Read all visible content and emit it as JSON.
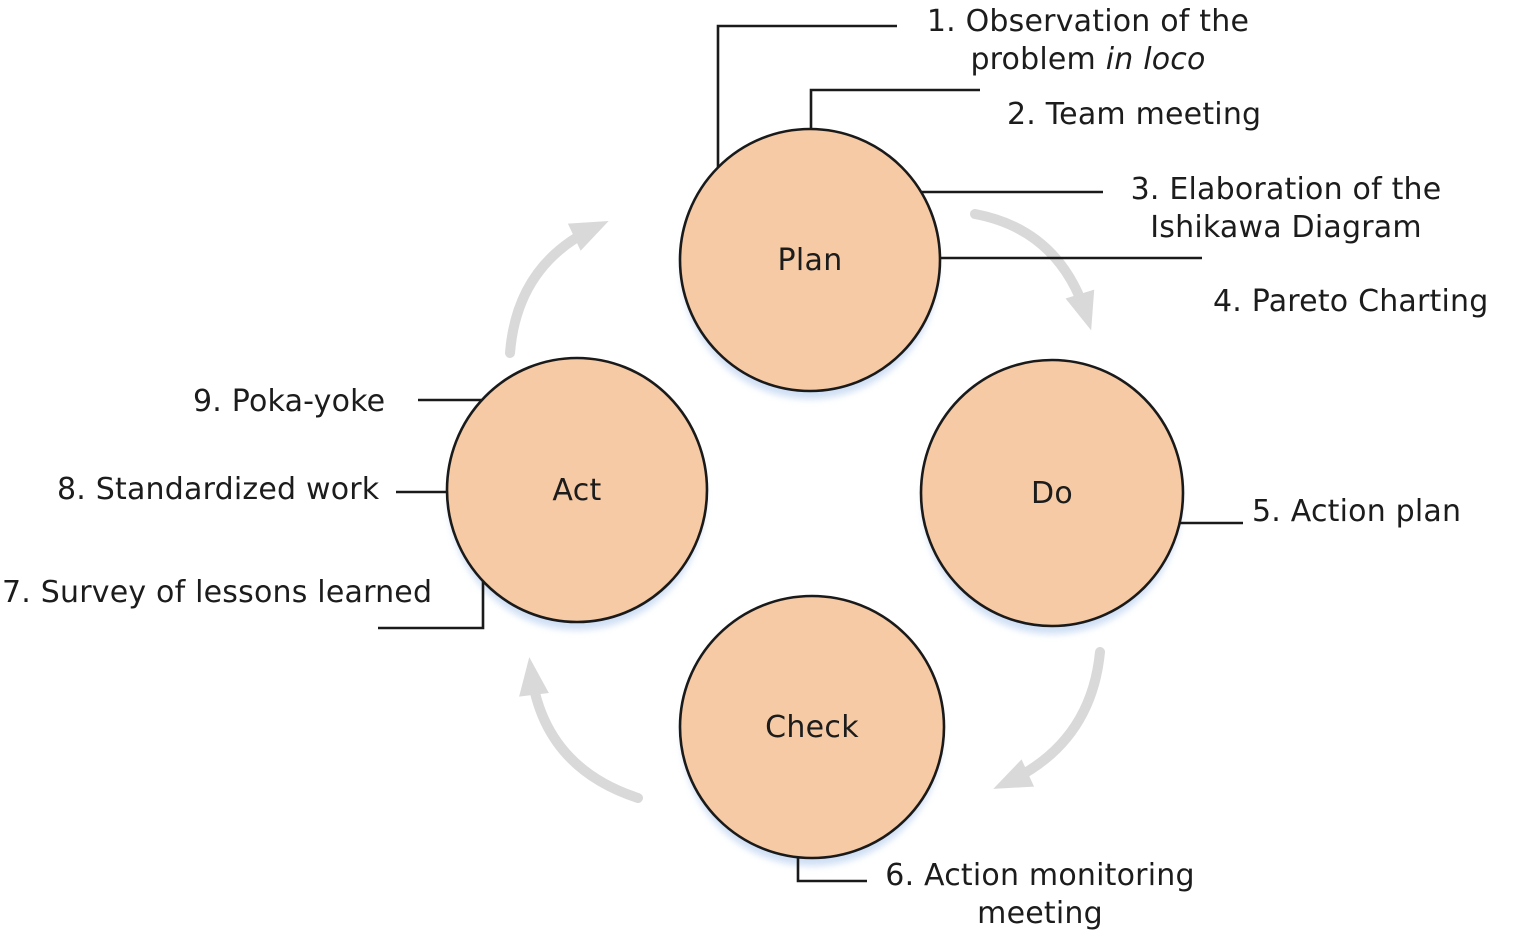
{
  "diagram": {
    "type": "PDCA cycle",
    "phases": [
      {
        "id": "plan",
        "label": "Plan"
      },
      {
        "id": "do",
        "label": "Do"
      },
      {
        "id": "check",
        "label": "Check"
      },
      {
        "id": "act",
        "label": "Act"
      }
    ],
    "annotations": [
      {
        "num": "1",
        "line1": "1. Observation of the",
        "line2": "problem",
        "line2_italic": "in loco",
        "attached_to": "plan"
      },
      {
        "num": "2",
        "text": "2. Team meeting",
        "attached_to": "plan"
      },
      {
        "num": "3",
        "line1": "3. Elaboration of the",
        "line2": "Ishikawa Diagram",
        "attached_to": "plan"
      },
      {
        "num": "4",
        "text": "4. Pareto Charting",
        "attached_to": "plan"
      },
      {
        "num": "5",
        "text": "5. Action plan",
        "attached_to": "do"
      },
      {
        "num": "6",
        "line1": "6. Action monitoring",
        "line2": "meeting",
        "attached_to": "check"
      },
      {
        "num": "7",
        "text": "7. Survey of lessons learned",
        "attached_to": "act"
      },
      {
        "num": "8",
        "text": "8. Standardized work",
        "attached_to": "act"
      },
      {
        "num": "9",
        "text": "9. Poka-yoke",
        "attached_to": "act"
      }
    ]
  },
  "colors": {
    "circle_fill": "#f5caa5",
    "circle_stroke": "#1a1a1a",
    "connector": "#1a1a1a",
    "arrow": "#d9d9d9",
    "shadow": "#c3d7f2",
    "text": "#1c1c1c",
    "background": "#ffffff"
  }
}
